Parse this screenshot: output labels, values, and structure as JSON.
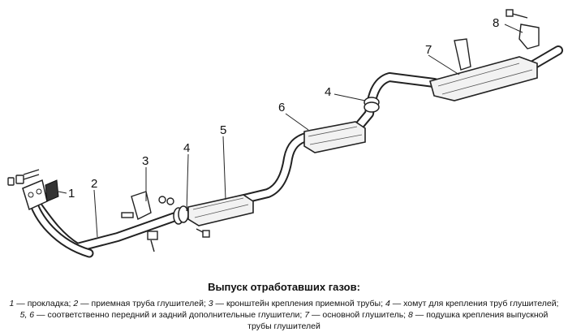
{
  "figure": {
    "callouts": [
      {
        "id": "1",
        "label": "1"
      },
      {
        "id": "2",
        "label": "2"
      },
      {
        "id": "3",
        "label": "3"
      },
      {
        "id": "4a",
        "label": "4"
      },
      {
        "id": "5",
        "label": "5"
      },
      {
        "id": "6",
        "label": "6"
      },
      {
        "id": "4b",
        "label": "4"
      },
      {
        "id": "7",
        "label": "7"
      },
      {
        "id": "8",
        "label": "8"
      }
    ]
  },
  "caption": {
    "title": "Выпуск отработавших газов:",
    "items": [
      {
        "num": "1",
        "text": " — прокладка; "
      },
      {
        "num": "2",
        "text": " — приемная труба глушителей; "
      },
      {
        "num": "3",
        "text": " — кронштейн крепления приемной трубы; "
      },
      {
        "num": "4",
        "text": " — хомут для крепления труб глушителей; "
      },
      {
        "num": "5, 6",
        "text": " — соответственно передний и задний дополнительные глушители; "
      },
      {
        "num": "7",
        "text": " — основной глушитель; "
      },
      {
        "num": "8",
        "text": " — подушка крепления выпускной трубы глушителей"
      }
    ]
  }
}
